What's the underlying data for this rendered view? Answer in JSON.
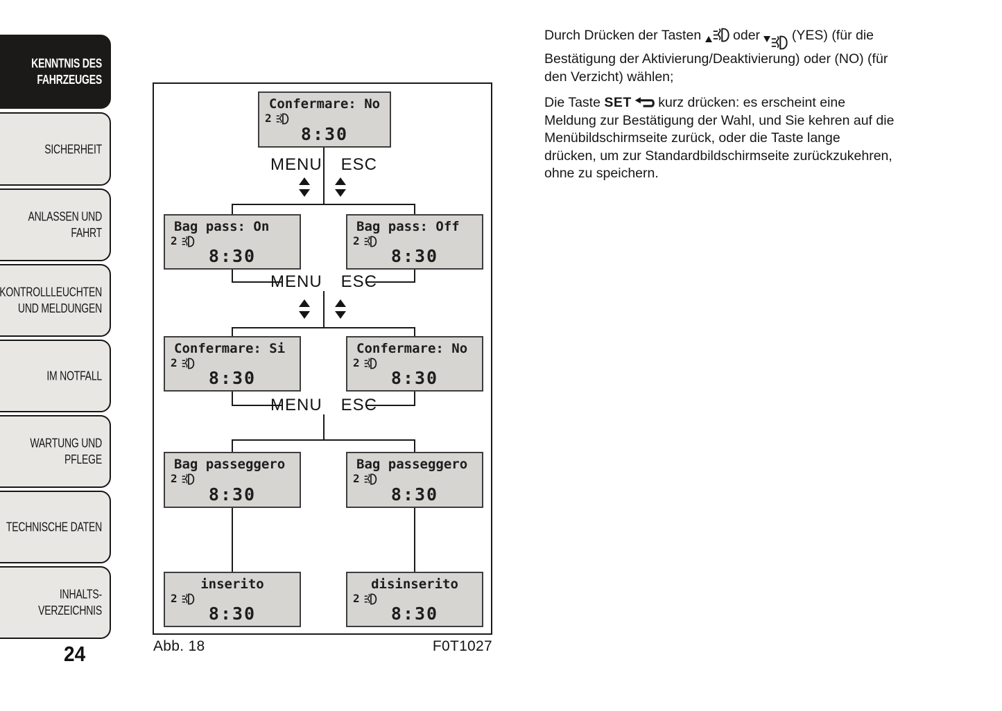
{
  "page": {
    "number": "24"
  },
  "colors": {
    "tab_fill": "#e9e7e4",
    "tab_active_fill": "#1b1a18",
    "lcd_fill": "#d7d5d2",
    "line_color": "#1a1a1a"
  },
  "sidebar": {
    "items": [
      {
        "label": "KENNTNIS DES\nFAHRZEUGES",
        "active": true
      },
      {
        "label": "SICHERHEIT",
        "active": false
      },
      {
        "label": "ANLASSEN UND\nFAHRT",
        "active": false
      },
      {
        "label": "KONTROLLLEUCHTEN\nUND MELDUNGEN",
        "active": false
      },
      {
        "label": "IM NOTFALL",
        "active": false
      },
      {
        "label": "WARTUNG UND\nPFLEGE",
        "active": false
      },
      {
        "label": "TECHNISCHE DATEN",
        "active": false
      },
      {
        "label": "INHALTS-\nVERZEICHNIS",
        "active": false
      }
    ]
  },
  "figure": {
    "label": "Abb. 18",
    "code": "F0T1027"
  },
  "diagram": {
    "nav": {
      "menu": "MENU",
      "esc": "ESC"
    },
    "screens": [
      {
        "line1": "Confermare: No",
        "icon_digit": "2",
        "time": "8:30"
      },
      {
        "line1": "Bag pass: On",
        "icon_digit": "2",
        "time": "8:30"
      },
      {
        "line1": "Bag pass: Off",
        "icon_digit": "2",
        "time": "8:30"
      },
      {
        "line1": "Confermare: Si",
        "icon_digit": "2",
        "time": "8:30"
      },
      {
        "line1": "Confermare: No",
        "icon_digit": "2",
        "time": "8:30"
      },
      {
        "line1": "Bag passeggero",
        "icon_digit": "2",
        "time": "8:30"
      },
      {
        "line1": "Bag passeggero",
        "icon_digit": "2",
        "time": "8:30"
      },
      {
        "line1": "inserito",
        "icon_digit": "2",
        "time": "8:30"
      },
      {
        "line1": "disinserito",
        "icon_digit": "2",
        "time": "8:30"
      }
    ]
  },
  "text": {
    "p1_before": "Durch Drücken der Tasten",
    "p1_oder": "oder",
    "p1_after": "(YES) (für die Bestätigung der Aktivierung/Deaktivierung) oder (NO) (für den Verzicht) wählen;",
    "p2_before": "Die Taste",
    "p2_set": "SET",
    "p2_after": "kurz drücken: es erscheint eine Meldung zur Bestätigung der Wahl, und Sie kehren auf die Menübildschirmseite zurück, oder die Taste lange drücken, um zur Standardbildschirmseite zurückzukehren, ohne zu speichern."
  }
}
